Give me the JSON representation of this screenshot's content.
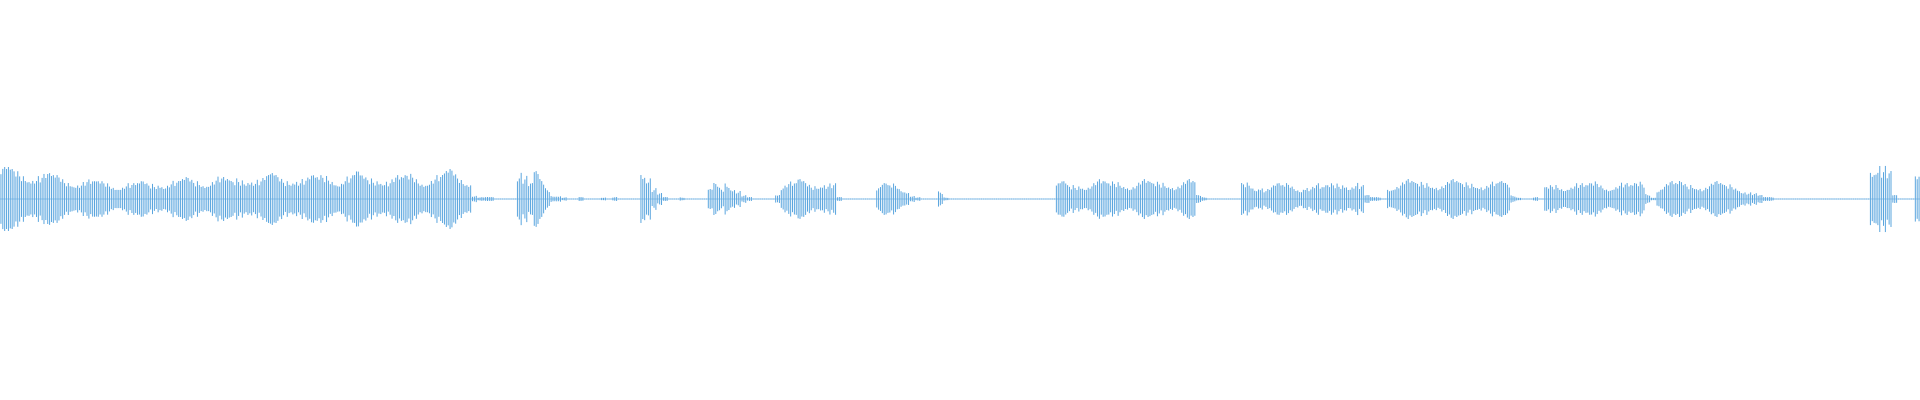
{
  "waveform": {
    "color": "#5aa5de",
    "background": "#ffffff",
    "amplitude": [
      0.16,
      0.16,
      0.15,
      0.15,
      0.15,
      0.14,
      0.14,
      0.13,
      0.13,
      0.12,
      0.12,
      0.11,
      0.11,
      0.1,
      0.1,
      0.1,
      0.09,
      0.09,
      0.09,
      0.09,
      0.08,
      0.08,
      0.09,
      0.08,
      0.08,
      0.09,
      0.08,
      0.09,
      0.1,
      0.09,
      0.1,
      0.09,
      0.1,
      0.11,
      0.1,
      0.11,
      0.1,
      0.11,
      0.12,
      0.11,
      0.1,
      0.09,
      0.11,
      0.12,
      0.13,
      0.12,
      0.11,
      0.12,
      0.13,
      0.12,
      0.11,
      0.12,
      0.13,
      0.12,
      0.11,
      0.12,
      0.11,
      0.12,
      0.13,
      0.12,
      0.11,
      0.13,
      0.12,
      0.14,
      0.12,
      0.11,
      0.12,
      0.13,
      0.12,
      0.11,
      0.12,
      0.11,
      0.12,
      0.13,
      0.12,
      0.11,
      0.12,
      0.13,
      0.12,
      0.14,
      0.15,
      0.13,
      0.12,
      0.11,
      0.02,
      0.01,
      0.01,
      0.01,
      0.0,
      0.0,
      0.0,
      0.0,
      0.16,
      0.12,
      0.08,
      0.14,
      0.1,
      0.06,
      0.02,
      0.02,
      0.01,
      0.0,
      0.0,
      0.01,
      0.0,
      0.0,
      0.0,
      0.01,
      0.0,
      0.01,
      0.0,
      0.0,
      0.0,
      0.0,
      0.18,
      0.14,
      0.06,
      0.03,
      0.01,
      0.0,
      0.0,
      0.01,
      0.0,
      0.0,
      0.0,
      0.0,
      0.05,
      0.08,
      0.06,
      0.1,
      0.07,
      0.05,
      0.02,
      0.01,
      0.0,
      0.0,
      0.0,
      0.0,
      0.03,
      0.08,
      0.09,
      0.08,
      0.1,
      0.09,
      0.08,
      0.09,
      0.1,
      0.09,
      0.08,
      0.01,
      0.0,
      0.0,
      0.0,
      0.0,
      0.0,
      0.0,
      0.06,
      0.08,
      0.07,
      0.08,
      0.06,
      0.05,
      0.02,
      0.01,
      0.0,
      0.0,
      0.0,
      0.04,
      0.01,
      0.0,
      0.0,
      0.0,
      0.0,
      0.0,
      0.0,
      0.0,
      0.0,
      0.0,
      0.0,
      0.0,
      0.0,
      0.0,
      0.0,
      0.0,
      0.0,
      0.0,
      0.0,
      0.0,
      0.08,
      0.09,
      0.07,
      0.08,
      0.09,
      0.08,
      0.09,
      0.1,
      0.09,
      0.08,
      0.09,
      0.1,
      0.09,
      0.08,
      0.09,
      0.1,
      0.09,
      0.08,
      0.09,
      0.1,
      0.09,
      0.08,
      0.09,
      0.1,
      0.09,
      0.02,
      0.01,
      0.0,
      0.0,
      0.0,
      0.0,
      0.0,
      0.0,
      0.08,
      0.09,
      0.07,
      0.08,
      0.06,
      0.07,
      0.08,
      0.07,
      0.08,
      0.07,
      0.06,
      0.08,
      0.07,
      0.08,
      0.06,
      0.07,
      0.08,
      0.09,
      0.1,
      0.08,
      0.09,
      0.07,
      0.02,
      0.01,
      0.01,
      0.0,
      0.07,
      0.08,
      0.09,
      0.1,
      0.09,
      0.08,
      0.09,
      0.1,
      0.09,
      0.08,
      0.09,
      0.1,
      0.09,
      0.08,
      0.09,
      0.1,
      0.09,
      0.08,
      0.09,
      0.08,
      0.09,
      0.08,
      0.02,
      0.01,
      0.0,
      0.0,
      0.01,
      0.0,
      0.06,
      0.07,
      0.08,
      0.07,
      0.08,
      0.09,
      0.08,
      0.07,
      0.08,
      0.09,
      0.08,
      0.07,
      0.08,
      0.09,
      0.08,
      0.07,
      0.08,
      0.09,
      0.03,
      0.01,
      0.06,
      0.08,
      0.09,
      0.08,
      0.09,
      0.08,
      0.09,
      0.08,
      0.07,
      0.08,
      0.09,
      0.08,
      0.07,
      0.08,
      0.07,
      0.05,
      0.04,
      0.03,
      0.02,
      0.01,
      0.01,
      0.0,
      0.0,
      0.0,
      0.0,
      0.0,
      0.0,
      0.0,
      0.0,
      0.0,
      0.0,
      0.0,
      0.0,
      0.0,
      0.0,
      0.0,
      0.0,
      0.0,
      0.2,
      0.22,
      0.18,
      0.14,
      0.02,
      0.0,
      0.0,
      0.0,
      0.18
    ]
  }
}
